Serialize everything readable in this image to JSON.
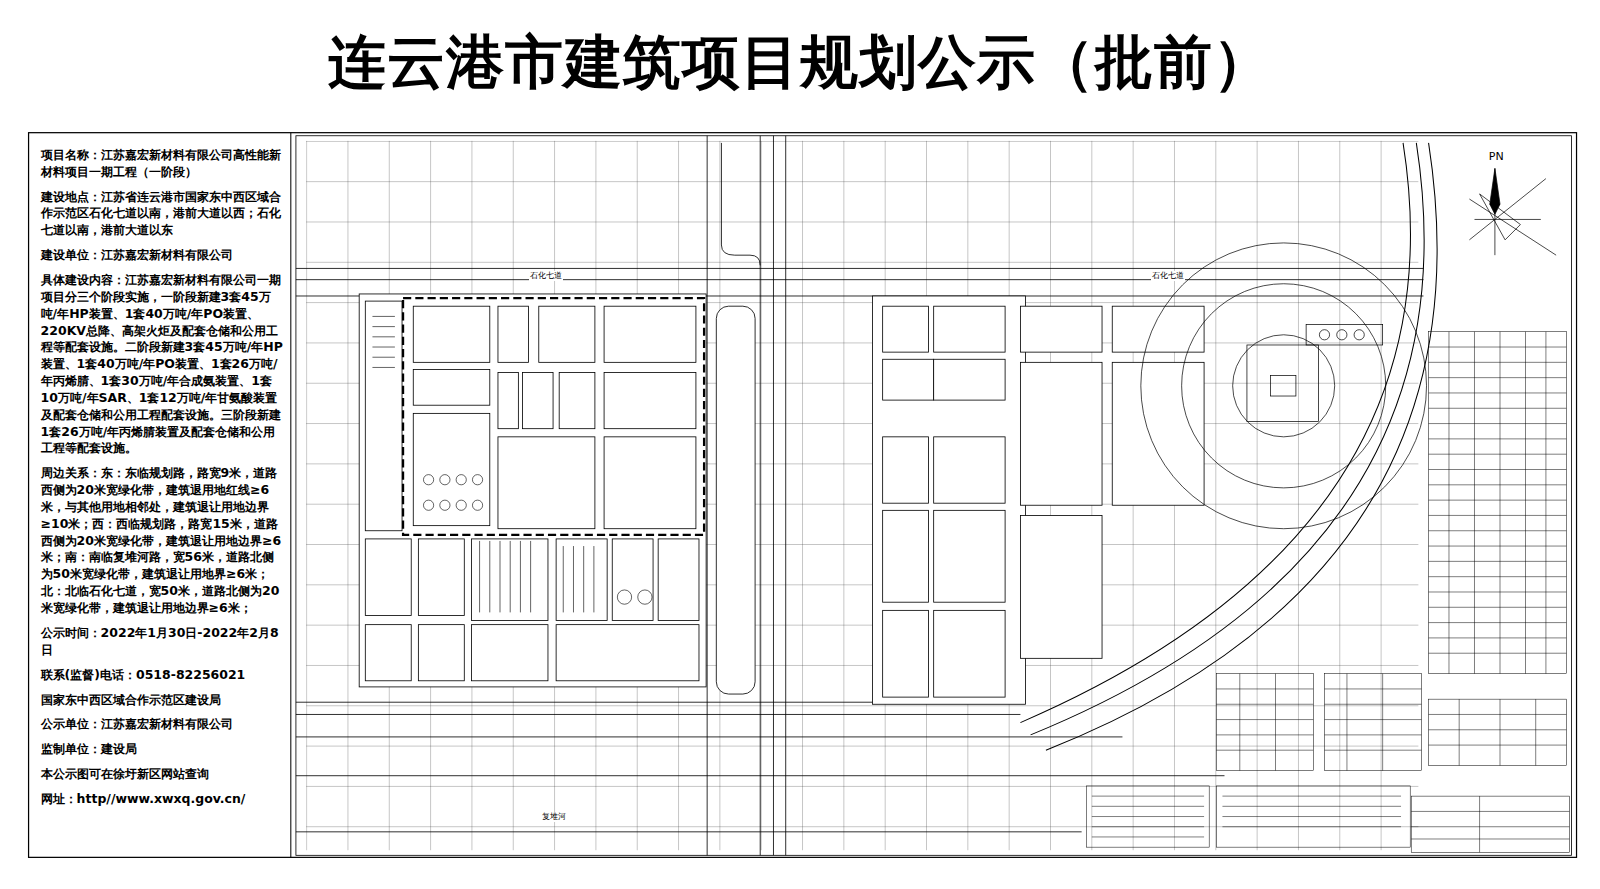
{
  "diagram": {
    "title": "连云港市建筑项目规划公示（批前）",
    "nodes": [
      {
        "text": [
          "项目名称：江苏嘉宏新材料有限公司高性能新材料项目一期工程（一阶段）",
          "建设地点：江苏省连云港市国家东中西区域合作示范区石化七道以南，港前大道以西；石化七道以南，港前大道以东",
          "建设单位：江苏嘉宏新材料有限公司",
          "具体建设内容：江苏嘉宏新材料有限公司一期项目分三个阶段实施，一阶段新建3套45万吨/年HP装置、1套40万吨/年PO装置、220KV总降、高架火炬及配套仓储和公用工程等配套设施。二阶段新建3套45万吨/年HP装置、1套40万吨/年PO装置、1套26万吨/年丙烯腈、1套30万吨/年合成氨装置、1套10万吨/年SAR、1套12万吨/年甘氨酸装置及配套仓储和公用工程配套设施。三阶段新建1套26万吨/年丙烯腈装置及配套仓储和公用工程等配套设施。",
          "周边关系：东：东临规划路，路宽9米，道路西侧为20米宽绿化带，建筑退用地红线≥6米，与其他用地相邻处，建筑退让用地边界≥10米；西：西临规划路，路宽15米，道路西侧为20米宽绿化带，建筑退让用地边界≥6米；南：南临复堆河路，宽56米，道路北侧为50米宽绿化带，建筑退让用地界≥6米；北：北临石化七道，宽50米，道路北侧为20米宽绿化带，建筑退让用地边界≥6米；",
          "公示时间：2022年1月30日-2022年2月8日",
          "联系(监督)电话：0518-82256021",
          "国家东中西区域合作示范区建设局",
          "公示单位：江苏嘉宏新材料有限公司",
          "监制单位：建设局",
          "本公示图可在徐圩新区网站查询",
          "网址：http//www.xwxq.gov.cn/"
        ]
      }
    ],
    "labels": [
      "石化七道",
      "石化七道",
      "复堆河",
      "PN"
    ]
  }
}
